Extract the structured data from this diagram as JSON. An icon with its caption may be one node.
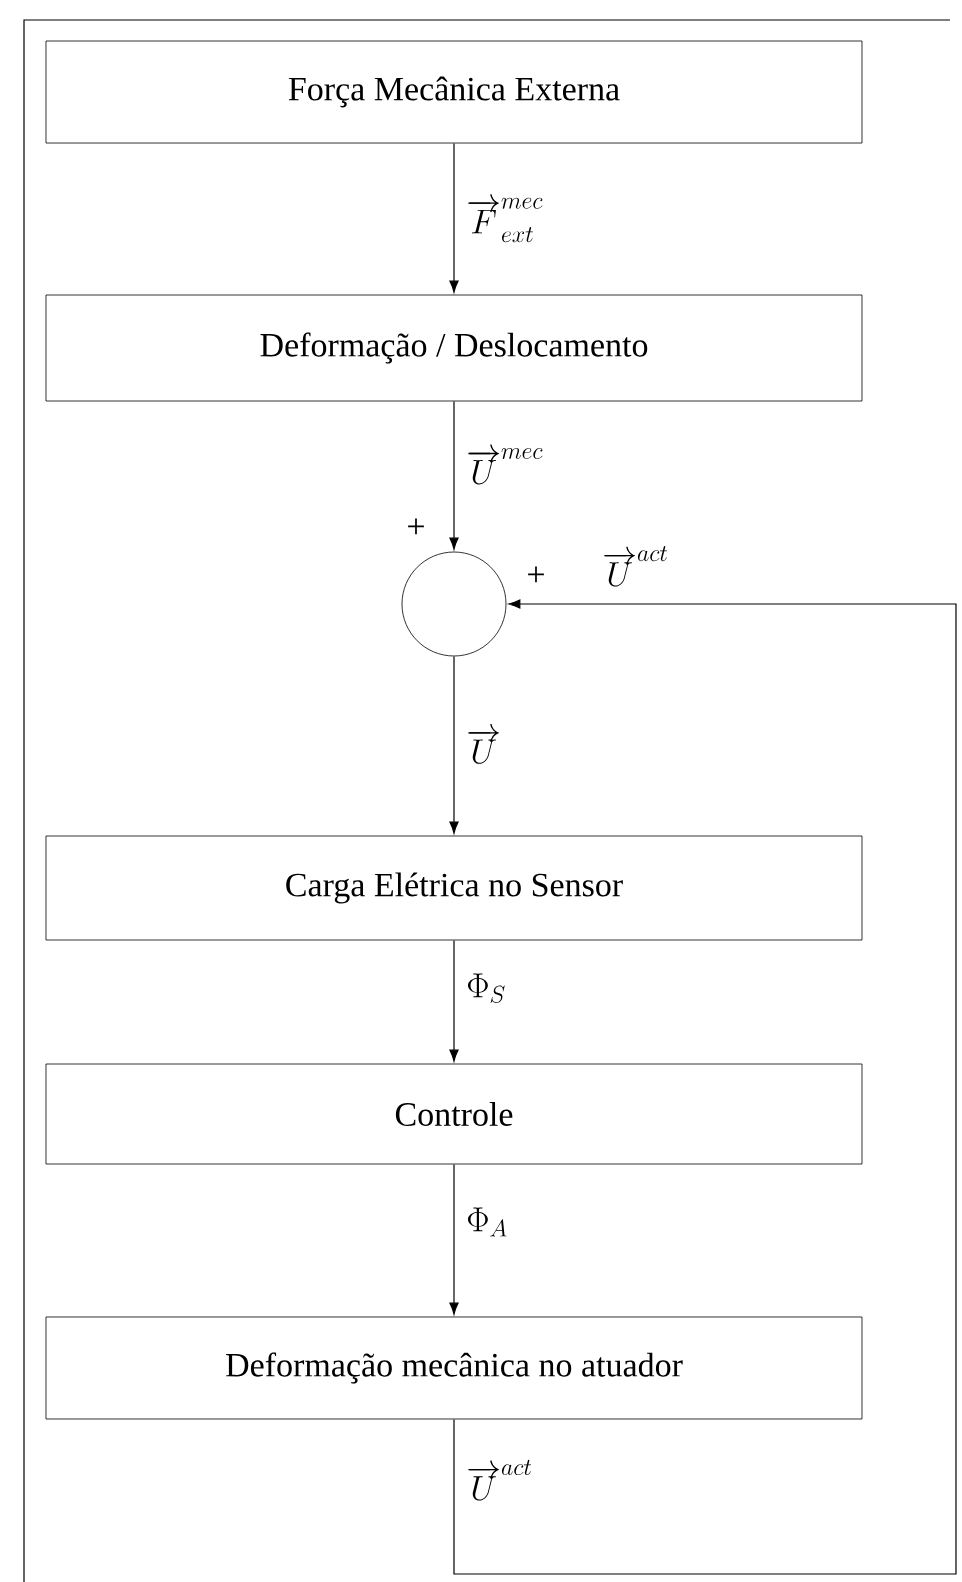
{
  "diagram": {
    "nodes": [
      {
        "text": [
          "Força Mecânica Externa"
        ]
      },
      {
        "text": [
          "Deformação / Deslocamento"
        ]
      },
      {
        "text": [],
        "shape": "circle"
      },
      {
        "text": [
          "Carga Elétrica no Sensor"
        ]
      },
      {
        "text": [
          "Controle"
        ]
      },
      {
        "text": [
          "Deformação mecânica no atuador"
        ]
      }
    ],
    "edges": [
      {
        "from": 0,
        "to": 1,
        "arrow": "to",
        "label": "\\overrightarrow{F}_{ext}^{mec}"
      },
      {
        "from": 1,
        "to": 2,
        "arrow": "to",
        "label": "\\overrightarrow{U}^{mec}"
      },
      {
        "from": 2,
        "to": 3,
        "arrow": "to",
        "label": "\\overrightarrow{U}"
      },
      {
        "from": 3,
        "to": 4,
        "arrow": "to",
        "label": "\\Phi_{S}"
      },
      {
        "from": 4,
        "to": 5,
        "arrow": "to",
        "label": "\\Phi_{A}"
      },
      {
        "from": 5,
        "to": 2,
        "arrow": "to",
        "label": "\\overrightarrow{U}^{act}"
      }
    ],
    "labels": [
      "+",
      "+",
      "\\overrightarrow{U}^{act}"
    ]
  }
}
